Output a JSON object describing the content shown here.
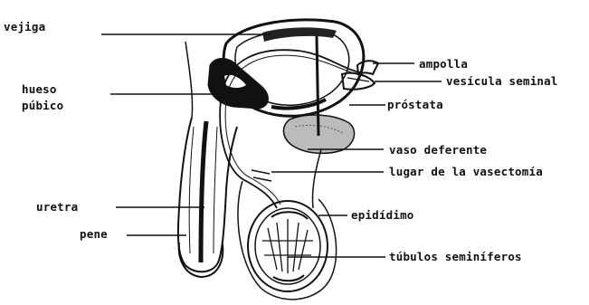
{
  "colors": {
    "ink": "#111111",
    "background": "#ffffff"
  },
  "labels": {
    "vejiga": "vejiga",
    "hueso_line1": "hueso",
    "hueso_line2": "púbico",
    "uretra": "uretra",
    "pene": "pene",
    "ampolla": "ampolla",
    "vesicula_seminal": "vesícula seminal",
    "prostata": "próstata",
    "vaso_deferente": "vaso deferente",
    "lugar_vasectomia": "lugar de la vasectomía",
    "epididimo": "epidídimo",
    "tubulos_seminiferos": "túbulos seminíferos"
  }
}
